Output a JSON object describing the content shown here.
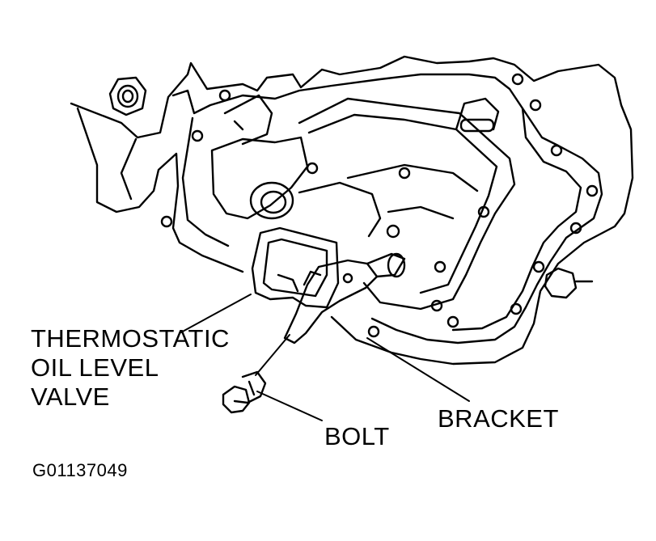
{
  "diagram": {
    "callouts": {
      "thermostatic_line1": "THERMOSTATIC",
      "thermostatic_line2": "OIL LEVEL",
      "thermostatic_line3": "VALVE",
      "bolt": "BOLT",
      "bracket": "BRACKET"
    },
    "figure_id": "G01137049"
  },
  "colors": {
    "ink": "#000000",
    "paper": "#ffffff"
  }
}
